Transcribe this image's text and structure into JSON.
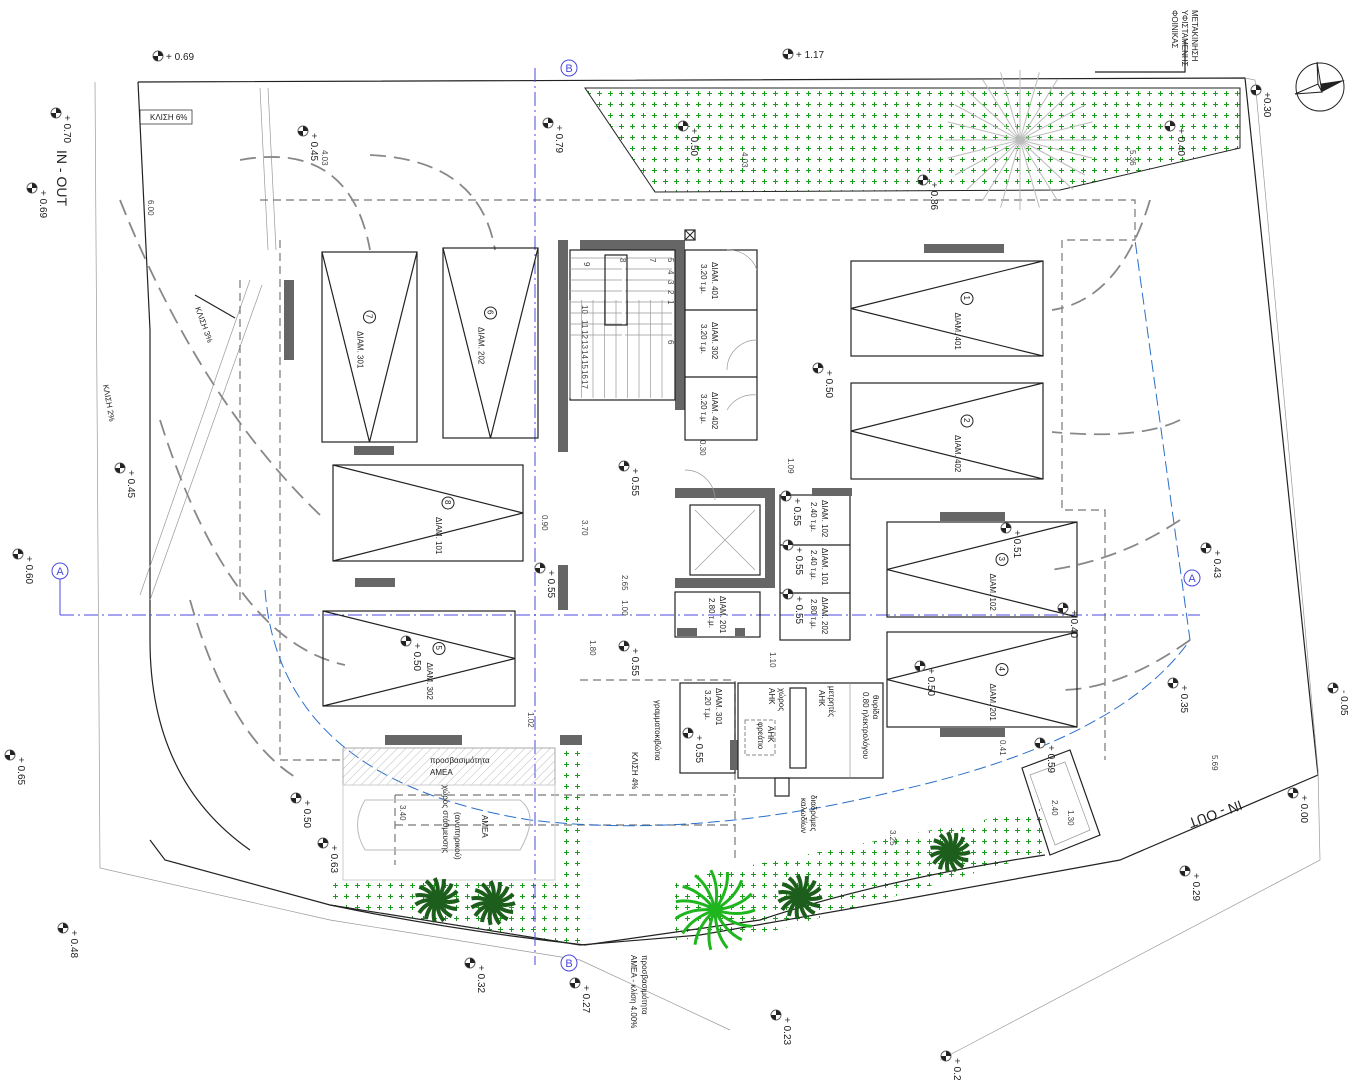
{
  "title_note": "ΜΕΤΑΚΙΝΗΣΗ ΥΦΙΣΤΑΜΕΝΗΣ ΦΟΙΝΙΚΑΣ",
  "title_note_lines": [
    "ΜΕΤΑΚΙΝΗΣΗ",
    "ΥΦΙΣΤΑΜΕΝΗΣ",
    "ΦΟΙΝΙΚΑΣ"
  ],
  "grid_labels": {
    "a": "A",
    "b": "B"
  },
  "levels": [
    "+ 0.69",
    "+ 1.17",
    "+0.30",
    "+ 0.70",
    "+ 0.69",
    "+ 0.45",
    "+ 0.79",
    "+ 0.50",
    "+ 0.86",
    "+ 0.40",
    "+ 0.50",
    "+ 0.45",
    "+ 0.55",
    "+ 0.60",
    "+ 0.55",
    "+ 0.43",
    "+ 0.51",
    "+ 0.55",
    "+ 0.55",
    "+ 0.55",
    "+ 0.40",
    "+ 0.55",
    "+ 0.50",
    "+ 0.50",
    "+ 0.35",
    "- 0.05",
    "+ 0.55",
    "+ 0.65",
    "+ 0.50",
    "+ 0.59",
    "+ 0.00",
    "+ 0.63",
    "+ 0.29",
    "+ 0.48",
    "+ 0.32",
    "+ 0.27",
    "+ 0.23",
    "+ 0.2"
  ],
  "slopes": [
    "ΚΛΙΣΗ 6%",
    "ΚΛΙΣΗ 3%",
    "ΚΛΙΣΗ 2%",
    "ΚΛΙΣΗ 4%"
  ],
  "in_out": [
    "IN  -  OUT",
    "IN  -  OUT"
  ],
  "parking": [
    {
      "num": "7",
      "label": "ΔΙΑΜ. 301"
    },
    {
      "num": "6",
      "label": "ΔΙΑΜ. 202"
    },
    {
      "num": "8",
      "label": "ΔΙΑΜ. 101"
    },
    {
      "num": "5",
      "label": "ΔΙΑΜ. 302"
    },
    {
      "num": "1",
      "label": "ΔΙΑΜ. 401"
    },
    {
      "num": "2",
      "label": "ΔΙΑΜ. 402"
    },
    {
      "num": "3",
      "label": "ΔΙΑΜ. 102"
    },
    {
      "num": "4",
      "label": "ΔΙΑΜ. 201"
    }
  ],
  "storage": [
    {
      "label": "ΔΙΑΜ. 401",
      "area": "3.20 τ.μ."
    },
    {
      "label": "ΔΙΑΜ. 302",
      "area": "3.20 τ.μ."
    },
    {
      "label": "ΔΙΑΜ. 402",
      "area": "3.20 τ.μ."
    },
    {
      "label": "ΔΙΑΜ. 102",
      "area": "2.40 τ.μ."
    },
    {
      "label": "ΔΙΑΜ. 101",
      "area": "2.40 τ.μ."
    },
    {
      "label": "ΔΙΑΜ. 202",
      "area": "2.80 τ.μ."
    },
    {
      "label": "ΔΙΑΜ. 201",
      "area": "2.80 τ.μ."
    },
    {
      "label": "ΔΙΑΜ. 301",
      "area": "3.20 τ.μ."
    }
  ],
  "labels": [
    "προσβασιμότητα",
    "ΑΜΕΑ",
    "χώρος στάθμευσης",
    "(αναπηρικού)",
    "ΑΜΕΑ",
    "γραμματοκιβώτια",
    "χώρος",
    "ΑΗΚ",
    "φρεάτιο",
    "ΑΗΚ",
    "μετρητές",
    "ΑΗΚ",
    "θυρίδα",
    "0.80 ηλεκτρολόγου",
    "διαδρόμες",
    "καλωδίων",
    "προσβασιμότητα",
    "ΑΜΕΑ - κλίση 4.00%"
  ],
  "dims": [
    "6.00",
    "4.03",
    "4.03",
    "5.36",
    "0.90",
    "3.70",
    "2.65",
    "1.00",
    "1.80",
    "1.02",
    "1.09",
    "0.30",
    "1.10",
    "3.40",
    "2.40",
    "1.30",
    "5.69",
    "3.25",
    "0.41"
  ],
  "stairs": [
    "1",
    "2",
    "3",
    "4",
    "5",
    "6",
    "7",
    "8",
    "9",
    "10",
    "11",
    "12",
    "13",
    "14",
    "15",
    "16",
    "17"
  ],
  "colors": {
    "planting": "#1a9a1a",
    "grid": "#4a4ae0",
    "curve": "#2a6fc9",
    "walls": "#666666"
  }
}
